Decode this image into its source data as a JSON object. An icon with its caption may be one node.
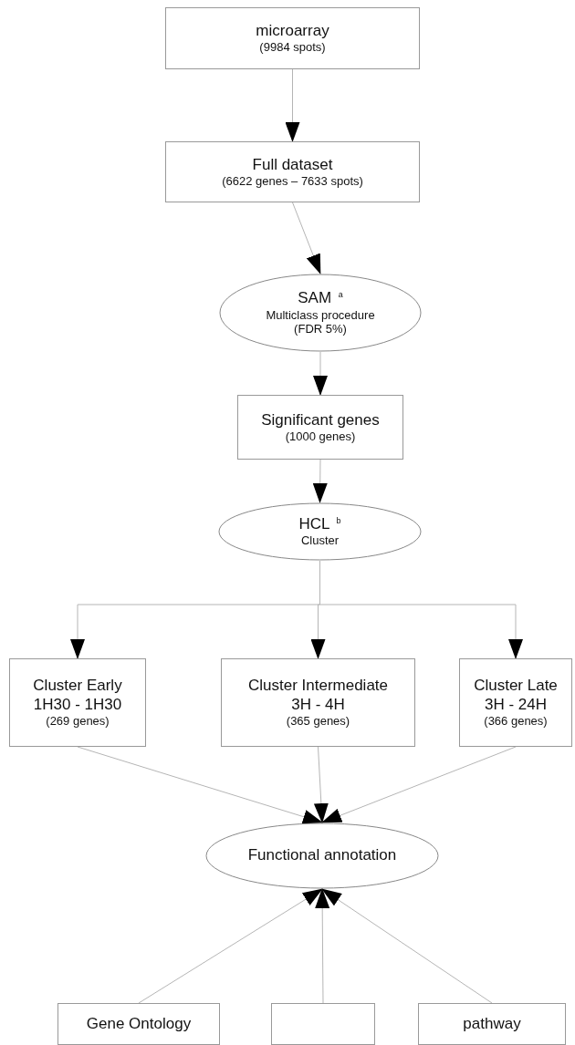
{
  "diagram": {
    "nodes": [
      {
        "text": [
          "microarray",
          "(9984 spots)"
        ]
      },
      {
        "text": [
          "Full dataset",
          "(6622 genes – 7633 spots)"
        ]
      },
      {
        "text": [
          "SAM $^{a}$",
          "Multiclass procedure",
          "(FDR 5%)"
        ]
      },
      {
        "text": [
          "Significant genes",
          "(1000 genes)"
        ]
      },
      {
        "text": [
          "HCL $^{b}$",
          "Cluster"
        ]
      },
      {
        "text": [
          "Cluster Early",
          "1H30 - 1H30",
          "(269 genes)"
        ]
      },
      {
        "text": [
          "Cluster Intermediate",
          "3H - 4H",
          "(365 genes)"
        ]
      },
      {
        "text": [
          "Cluster Late",
          "3H - 24H",
          "(366 genes)"
        ]
      },
      {
        "text": [
          "Functional annotation"
        ]
      },
      {
        "text": [
          "Gene Ontology"
        ]
      },
      {
        "text": [],
        "shape": "box"
      },
      {
        "text": [
          "pathway"
        ]
      }
    ],
    "edges": [
      {
        "from": 0,
        "to": 1,
        "arrow": "to"
      },
      {
        "from": 1,
        "to": 2,
        "arrow": "to"
      },
      {
        "from": 2,
        "to": 3,
        "arrow": "to"
      },
      {
        "from": 3,
        "to": 4,
        "arrow": "to"
      },
      {
        "from": 4,
        "to": 5,
        "arrow": "to"
      },
      {
        "from": 4,
        "to": 6,
        "arrow": "to"
      },
      {
        "from": 4,
        "to": 7,
        "arrow": "to"
      },
      {
        "from": 5,
        "to": 8,
        "arrow": "to"
      },
      {
        "from": 6,
        "to": 8,
        "arrow": "to"
      },
      {
        "from": 7,
        "to": 8,
        "arrow": "to"
      },
      {
        "from": 9,
        "to": 8,
        "arrow": "to"
      },
      {
        "from": 10,
        "to": 8,
        "arrow": "to"
      },
      {
        "from": 11,
        "to": 8,
        "arrow": "to"
      }
    ]
  }
}
